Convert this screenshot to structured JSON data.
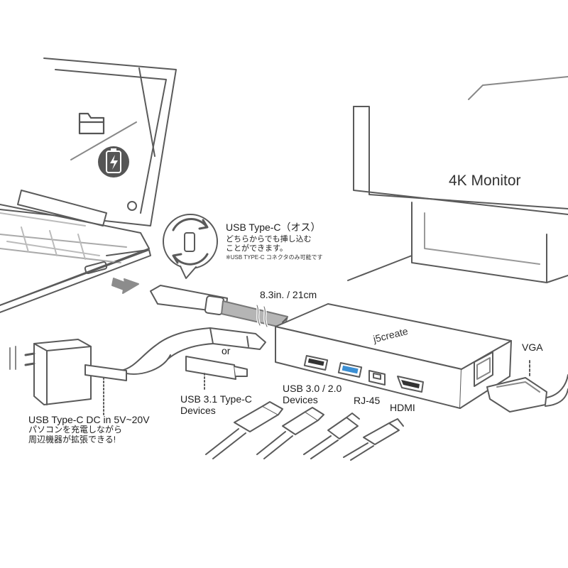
{
  "monitor": {
    "label": "4K Monitor"
  },
  "connector_callout": {
    "title": "USB Type-C（オス）",
    "desc_line1": "どちらからでも挿し込む",
    "desc_line2": "ことができます。",
    "note": "※USB TYPE-C コネクタのみ可能です"
  },
  "cable": {
    "length": "8.3in. / 21cm"
  },
  "hub": {
    "brand": "j5create"
  },
  "labels": {
    "or": "or",
    "vga": "VGA",
    "usb31_line1": "USB 3.1 Type-C",
    "usb31_line2": "Devices",
    "usb30_line1": "USB 3.0 / 2.0",
    "usb30_line2": "Devices",
    "rj45": "RJ-45",
    "hdmi": "HDMI"
  },
  "power": {
    "line1": "USB Type-C  DC in 5V~20V",
    "line2": "パソコンを充電しながら",
    "line3": "周辺機器が拡張できる!"
  },
  "icons": [
    "folder-icon",
    "battery-charging-icon",
    "rotate-arrows-icon",
    "arrow-right-icon"
  ],
  "colors": {
    "line": "#5a5a5a",
    "usb_blue": "#3b8fd4",
    "cable_gray": "#9a9a9a",
    "arrow_gray": "#8c8c8c"
  }
}
